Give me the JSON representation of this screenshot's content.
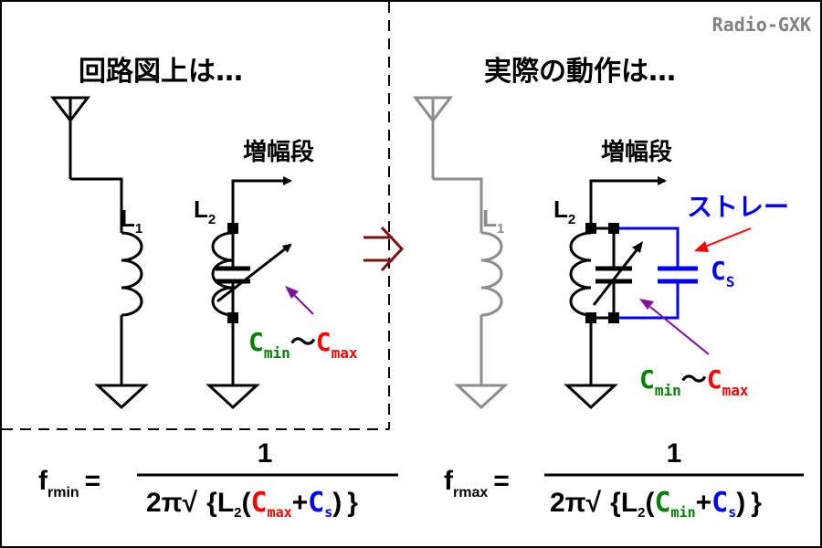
{
  "brand": "Radio-GXK",
  "left": {
    "title": "回路図上は…",
    "stage_label": "増幅段",
    "l1": {
      "main": "L",
      "sub": "1"
    },
    "l2": {
      "main": "L",
      "sub": "2"
    },
    "cvar": {
      "c1": "C",
      "sub1": "min",
      "tilde": "〜",
      "c2": "C",
      "sub2": "max"
    }
  },
  "right": {
    "title": "実際の動作は…",
    "stage_label": "増幅段",
    "l1": {
      "main": "L",
      "sub": "1"
    },
    "l2": {
      "main": "L",
      "sub": "2"
    },
    "stray_label": "ストレー",
    "cs": {
      "main": "C",
      "sub": "S"
    },
    "cvar": {
      "c1": "C",
      "sub1": "min",
      "tilde": "〜",
      "c2": "C",
      "sub2": "max"
    }
  },
  "formula_left": {
    "f": "f",
    "f_sub": "rmin",
    "eq": "=",
    "numerator": "1",
    "den_prefix": "2π√",
    "brace_open": "{",
    "L": "L",
    "L_sub": "2",
    "paren_open": "(",
    "C1": "C",
    "C1_sub": "max",
    "plus": "+",
    "C2": "C",
    "C2_sub": "s",
    "paren_close": ")",
    "brace_close": "}"
  },
  "formula_right": {
    "f": "f",
    "f_sub": "rmax",
    "eq": "=",
    "numerator": "1",
    "den_prefix": "2π√",
    "brace_open": "{",
    "L": "L",
    "L_sub": "2",
    "paren_open": "(",
    "C1": "C",
    "C1_sub": "min",
    "plus": "+",
    "C2": "C",
    "C2_sub": "s",
    "paren_close": ")",
    "brace_close": "}"
  },
  "colors": {
    "black": "#000000",
    "gray": "#8c8c8c",
    "green": "#008000",
    "red": "#ff0000",
    "blue": "#0000ff",
    "purple": "#7f0f9f",
    "maroon": "#7a1010"
  }
}
